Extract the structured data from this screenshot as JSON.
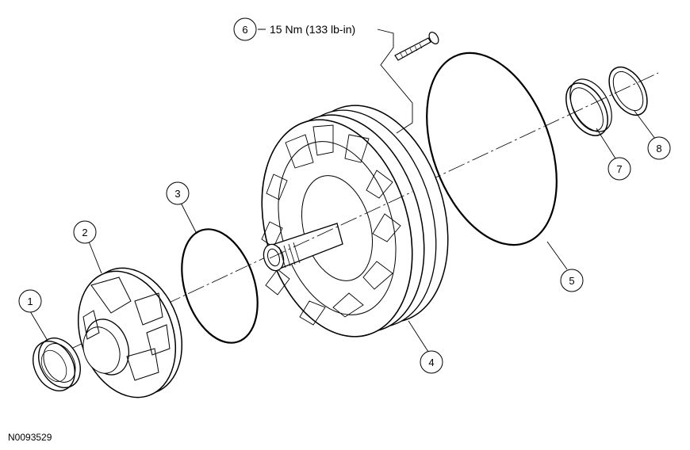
{
  "callouts": [
    {
      "id": "1",
      "label": "1"
    },
    {
      "id": "2",
      "label": "2"
    },
    {
      "id": "3",
      "label": "3"
    },
    {
      "id": "4",
      "label": "4"
    },
    {
      "id": "5",
      "label": "5"
    },
    {
      "id": "6",
      "label": "6"
    },
    {
      "id": "7",
      "label": "7"
    },
    {
      "id": "8",
      "label": "8"
    }
  ],
  "torque_spec": "15 Nm (133 lb-in)",
  "figure_id": "N0093529"
}
